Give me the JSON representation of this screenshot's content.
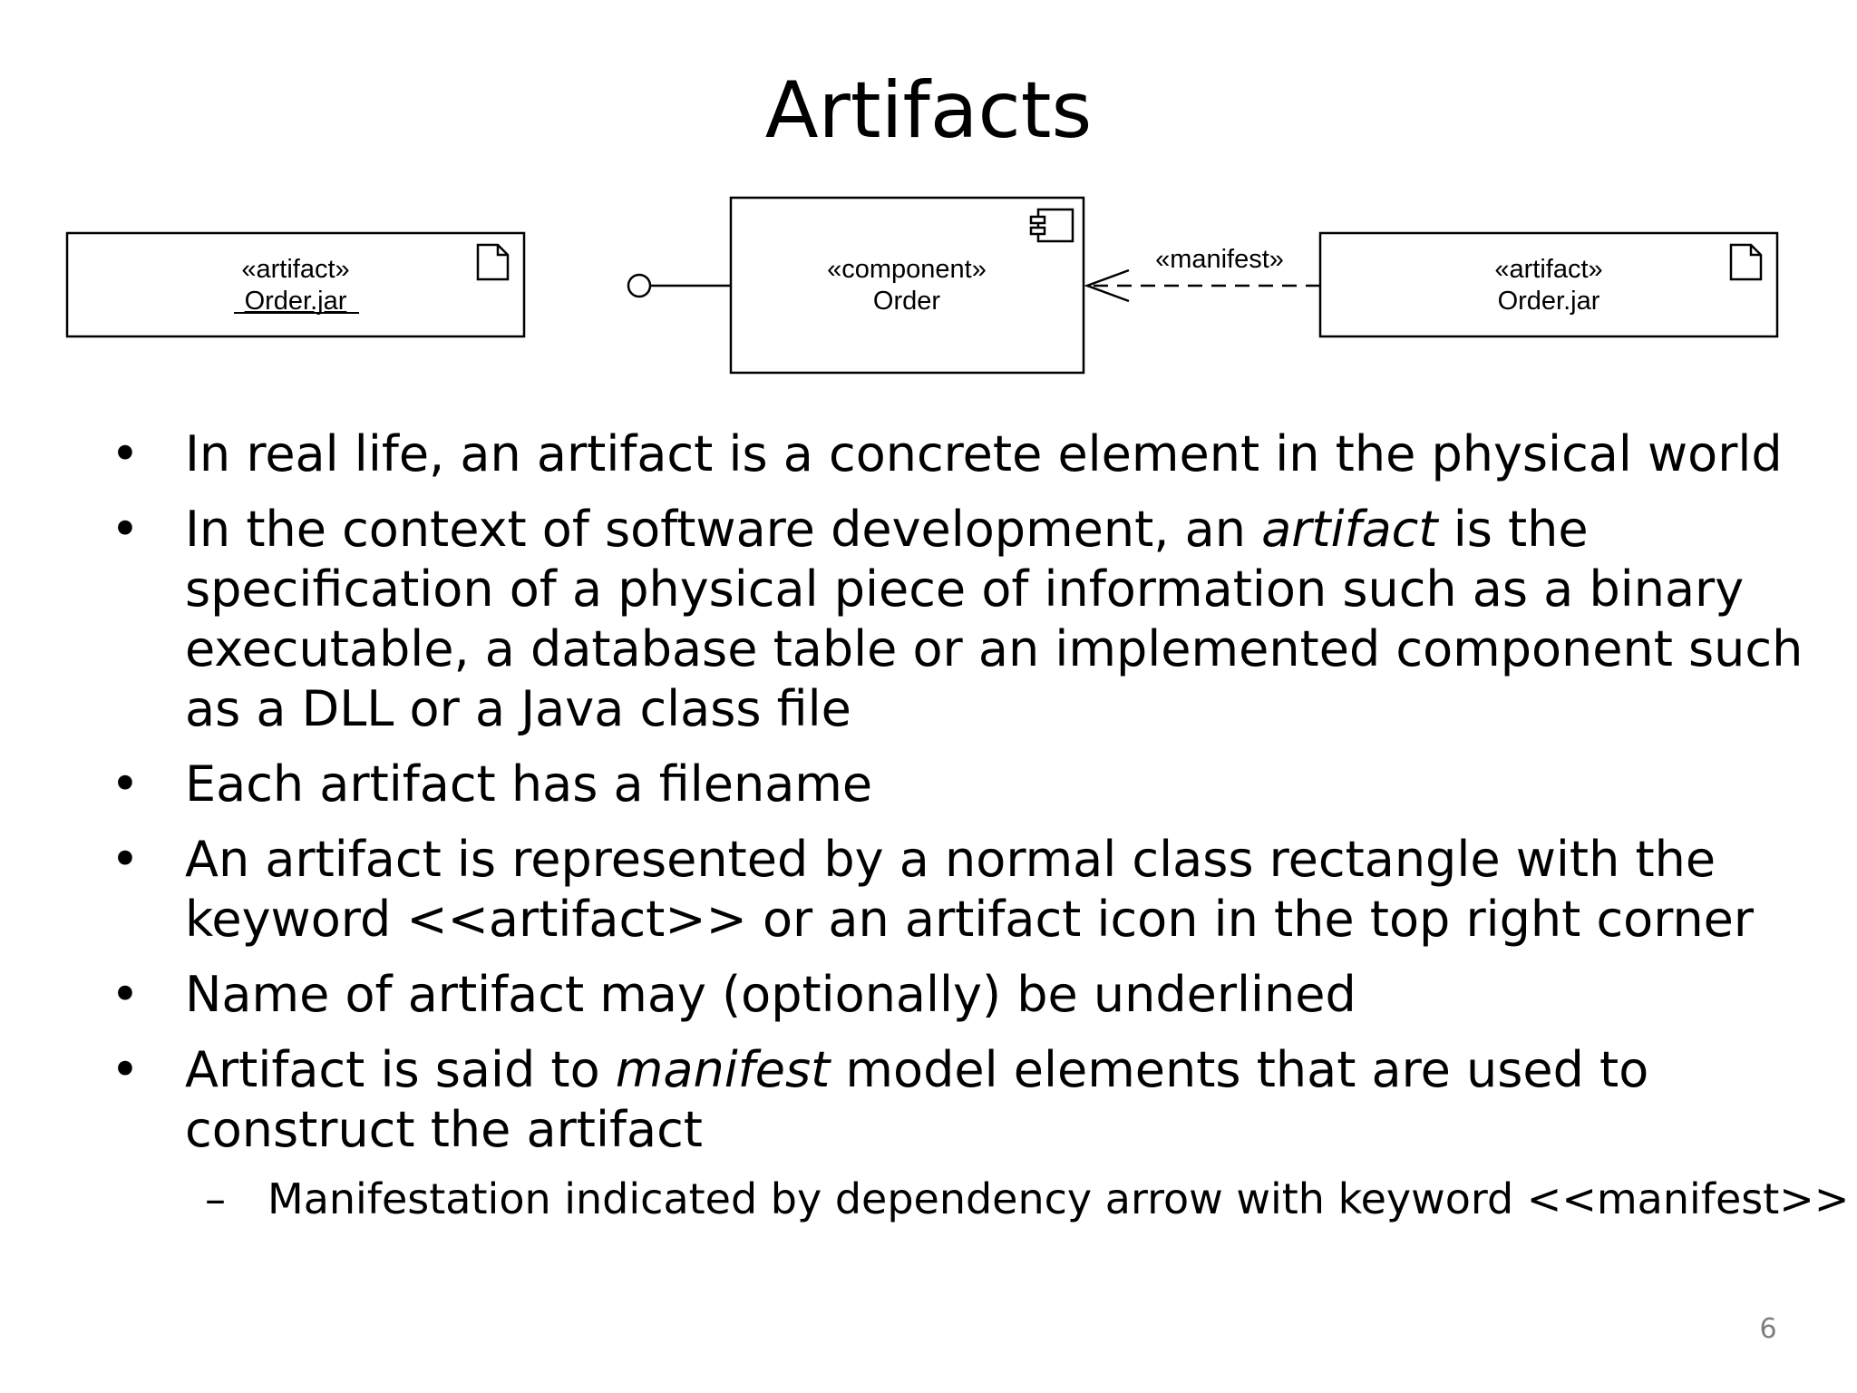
{
  "slide": {
    "title": "Artifacts",
    "page_number": "6"
  },
  "diagram": {
    "left_artifact": {
      "stereotype": "«artifact»",
      "name": "Order.jar"
    },
    "component": {
      "stereotype": "«component»",
      "name": "Order"
    },
    "dependency": {
      "label": "«manifest»"
    },
    "right_artifact": {
      "stereotype": "«artifact»",
      "name": "Order.jar"
    },
    "icons": [
      "document-icon",
      "component-icon",
      "lollipop-interface-icon"
    ]
  },
  "bullets": [
    {
      "marker": "•",
      "text": "In real life, an artifact is a concrete element in the physical world"
    },
    {
      "marker": "•",
      "before": "In the context of software development, an ",
      "emphasis": "artifact",
      "after": " is the specification of a physical piece of information such as a binary executable, a database table or an implemented component such as a DLL or a Java class file"
    },
    {
      "marker": "•",
      "text": "Each artifact has a filename"
    },
    {
      "marker": "•",
      "text": "An artifact is represented by a normal class rectangle with the keyword <<artifact>> or an artifact icon in the top right corner"
    },
    {
      "marker": "•",
      "text": "Name of artifact may (optionally) be underlined"
    },
    {
      "marker": "•",
      "before": "Artifact is said to ",
      "emphasis": "manifest",
      "after": " model elements that are used to construct the artifact",
      "sub": {
        "marker": "–",
        "text": "Manifestation indicated by dependency arrow with keyword <<manifest>>"
      }
    }
  ]
}
